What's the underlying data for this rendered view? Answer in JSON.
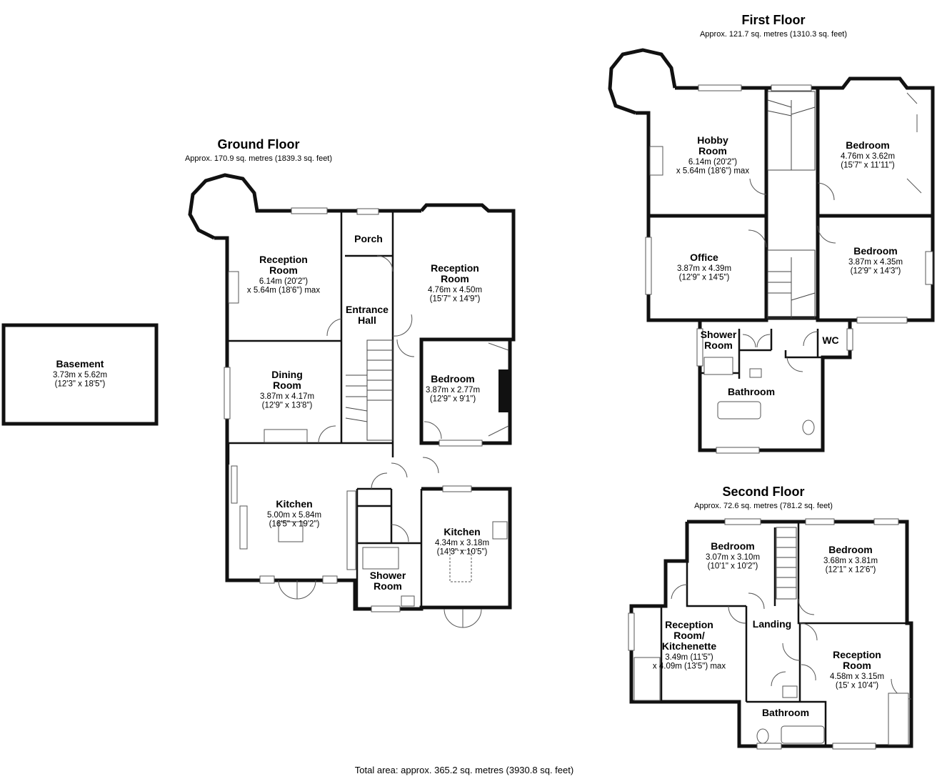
{
  "floors": {
    "ground": {
      "title": "Ground Floor",
      "area": "Approx. 170.9 sq. metres (1839.3 sq. feet)"
    },
    "first": {
      "title": "First Floor",
      "area": "Approx. 121.7 sq. metres (1310.3 sq. feet)"
    },
    "second": {
      "title": "Second Floor",
      "area": "Approx. 72.6 sq. metres (781.2 sq. feet)"
    }
  },
  "total_area": "Total area: approx. 365.2 sq. metres (3930.8 sq. feet)",
  "rooms": {
    "basement": {
      "name": [
        "Basement"
      ],
      "dims": [
        "3.73m x 5.62m",
        "(12'3\" x 18'5\")"
      ]
    },
    "gf_reception_1": {
      "name": [
        "Reception",
        "Room"
      ],
      "dims": [
        "6.14m (20'2\")",
        "x 5.64m (18'6\") max"
      ]
    },
    "gf_porch": {
      "name": [
        "Porch"
      ],
      "dims": []
    },
    "gf_reception_2": {
      "name": [
        "Reception",
        "Room"
      ],
      "dims": [
        "4.76m x 4.50m",
        "(15'7\" x 14'9\")"
      ]
    },
    "gf_entrance_hall": {
      "name": [
        "Entrance",
        "Hall"
      ],
      "dims": []
    },
    "gf_dining": {
      "name": [
        "Dining",
        "Room"
      ],
      "dims": [
        "3.87m x 4.17m",
        "(12'9\" x 13'8\")"
      ]
    },
    "gf_bedroom": {
      "name": [
        "Bedroom"
      ],
      "dims": [
        "3.87m x 2.77m",
        "(12'9\" x 9'1\")"
      ]
    },
    "gf_kitchen_1": {
      "name": [
        "Kitchen"
      ],
      "dims": [
        "5.00m x 5.84m",
        "(16'5\" x 19'2\")"
      ]
    },
    "gf_kitchen_2": {
      "name": [
        "Kitchen"
      ],
      "dims": [
        "4.34m x 3.18m",
        "(14'3\" x 10'5\")"
      ]
    },
    "gf_shower": {
      "name": [
        "Shower",
        "Room"
      ],
      "dims": []
    },
    "ff_hobby": {
      "name": [
        "Hobby",
        "Room"
      ],
      "dims": [
        "6.14m (20'2\")",
        "x 5.64m (18'6\") max"
      ]
    },
    "ff_bedroom_1": {
      "name": [
        "Bedroom"
      ],
      "dims": [
        "4.76m x 3.62m",
        "(15'7\" x 11'11\")"
      ]
    },
    "ff_office": {
      "name": [
        "Office"
      ],
      "dims": [
        "3.87m x 4.39m",
        "(12'9\" x 14'5\")"
      ]
    },
    "ff_bedroom_2": {
      "name": [
        "Bedroom"
      ],
      "dims": [
        "3.87m x 4.35m",
        "(12'9\" x 14'3\")"
      ]
    },
    "ff_shower": {
      "name": [
        "Shower",
        "Room"
      ],
      "dims": []
    },
    "ff_wc": {
      "name": [
        "WC"
      ],
      "dims": []
    },
    "ff_bathroom": {
      "name": [
        "Bathroom"
      ],
      "dims": []
    },
    "sf_bedroom_1": {
      "name": [
        "Bedroom"
      ],
      "dims": [
        "3.07m x 3.10m",
        "(10'1\" x 10'2\")"
      ]
    },
    "sf_bedroom_2": {
      "name": [
        "Bedroom"
      ],
      "dims": [
        "3.68m x 3.81m",
        "(12'1\" x 12'6\")"
      ]
    },
    "sf_landing": {
      "name": [
        "Landing"
      ],
      "dims": []
    },
    "sf_reception_kitchenette": {
      "name": [
        "Reception",
        "Room/",
        "Kitchenette"
      ],
      "dims": [
        "3.49m (11'5\")",
        "x 4.09m (13'5\") max"
      ]
    },
    "sf_reception": {
      "name": [
        "Reception",
        "Room"
      ],
      "dims": [
        "4.58m x 3.15m",
        "(15' x 10'4\")"
      ]
    },
    "sf_bathroom": {
      "name": [
        "Bathroom"
      ],
      "dims": []
    }
  }
}
